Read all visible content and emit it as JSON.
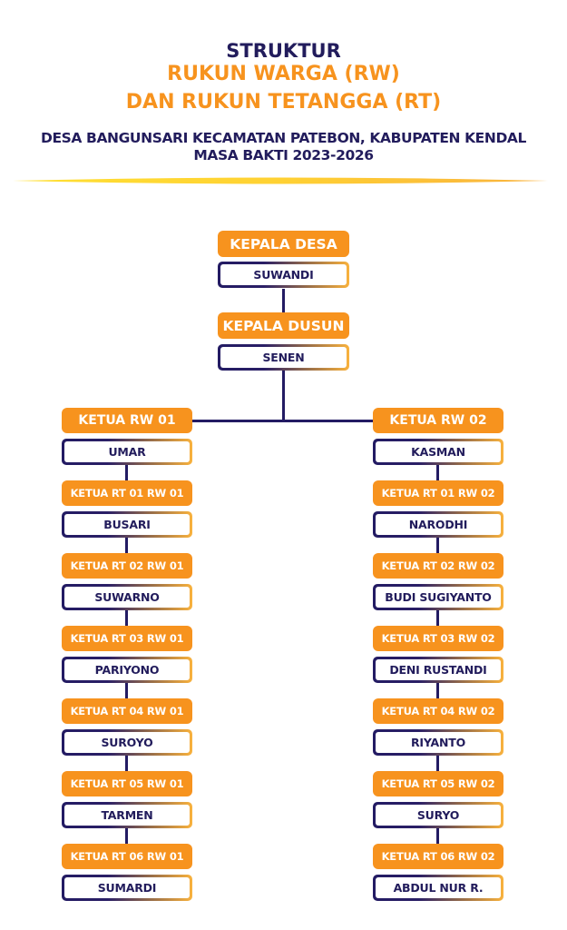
{
  "header": {
    "title_line1": "STRUKTUR",
    "title_line2": "RUKUN WARGA (RW)",
    "title_line3": "DAN RUKUN TETANGGA (RT)",
    "subtitle_line1": "DESA BANGUNSARI KECAMATAN PATEBON, KABUPATEN KENDAL",
    "subtitle_line2": "MASA BAKTI 2023-2026"
  },
  "colors": {
    "navy": "#221c5c",
    "orange": "#f7931e",
    "divider_start": "#ffe033",
    "divider_end": "#f9b23d",
    "name_border_start": "#231b63",
    "name_border_end": "#f9b23d"
  },
  "top": {
    "kepala_desa": {
      "role": "KEPALA DESA",
      "name": "SUWANDI"
    },
    "kepala_dusun": {
      "role": "KEPALA DUSUN",
      "name": "SENEN"
    }
  },
  "rw": [
    {
      "role": "KETUA RW 01",
      "name": "UMAR",
      "rt": [
        {
          "role": "KETUA RT 01 RW 01",
          "name": "BUSARI"
        },
        {
          "role": "KETUA RT 02 RW 01",
          "name": "SUWARNO"
        },
        {
          "role": "KETUA RT 03 RW 01",
          "name": "PARIYONO"
        },
        {
          "role": "KETUA RT 04 RW 01",
          "name": "SUROYO"
        },
        {
          "role": "KETUA RT 05 RW 01",
          "name": "TARMEN"
        },
        {
          "role": "KETUA RT 06 RW 01",
          "name": "SUMARDI"
        }
      ]
    },
    {
      "role": "KETUA RW 02",
      "name": "KASMAN",
      "rt": [
        {
          "role": "KETUA RT 01 RW 02",
          "name": "NARODHI"
        },
        {
          "role": "KETUA RT 02 RW 02",
          "name": "BUDI SUGIYANTO"
        },
        {
          "role": "KETUA RT 03 RW 02",
          "name": "DENI RUSTANDI"
        },
        {
          "role": "KETUA RT 04 RW 02",
          "name": "RIYANTO"
        },
        {
          "role": "KETUA RT 05 RW 02",
          "name": "SURYO"
        },
        {
          "role": "KETUA RT 06 RW 02",
          "name": "ABDUL NUR R."
        }
      ]
    }
  ]
}
